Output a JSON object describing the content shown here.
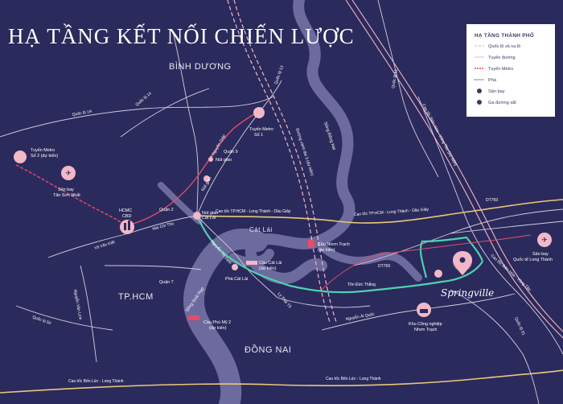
{
  "title": "HẠ TẦNG KẾT NỐI CHIẾN LƯỢC",
  "regions": {
    "binh_duong": "BÌNH DƯƠNG",
    "tphcm": "TP.HCM",
    "dong_nai": "ĐỒNG NAI",
    "cat_lai": "Cát Lái",
    "quan9": "Quận 9",
    "quan2": "Quận 2",
    "quan7": "Quận 7"
  },
  "rivers": {
    "dong_nai": "Sông Đồng Nai",
    "soai_rap": "Sông Soài Rạp"
  },
  "roads": {
    "ql1a": "Quốc lộ 1A",
    "ql13": "Quốc lộ 13",
    "ql14": "Quốc lộ 14",
    "vanh_dai3": "Đường vành đai 3 (dự kiến)",
    "cao_toc_tphcm_lt_dg_1": "Cao tốc TP.HCM - Long Thành - Dầu Giây",
    "cao_toc_tphcm_lt_dg_2": "Cao tốc TP.HCM - Long Thành - Dầu Giây",
    "cao_toc_bh_vt": "Cao tốc Biên Hòa - Vũng Tàu (dự kiến)",
    "cao_toc_bh_vt_2": "Cao tốc Biên Hòa - Vũng Tàu",
    "ql51": "Quốc lộ 51",
    "ql51b": "Quốc lộ 51",
    "dt769a": "DT769",
    "dt769b": "DT769",
    "ton_duc_thang": "Tôn Đức Thắng",
    "nguyen_ai_quoc": "Nguyễn Ái Quốc",
    "cao_toc_bl_lt_1": "Cao tốc Bến Lức - Long Thành",
    "cao_toc_bl_lt_2": "Cao tốc Bến Lức - Long Thành",
    "nguyen_thi_dinh": "Nguyễn Thị Định",
    "ly_thai_to": "Lý Thái Tổ",
    "mai_chi_tho": "Mai Chí Thọ",
    "vo_van_kiet": "Võ Văn Kiệt",
    "vo_nguyen_giap": "Võ Nguyên Giáp",
    "quoc_lo_50": "Quốc lộ 50",
    "nguyen_van_linh": "Nguyễn Văn Linh"
  },
  "pois": {
    "metro1": [
      "Tuyến Metro",
      "Số 1"
    ],
    "metro2": [
      "Tuyến Metro",
      "Số 2 (dự kiến)"
    ],
    "tsn": [
      "Sân bay",
      "Tân Sơn Nhất"
    ],
    "cbd": [
      "HCMC",
      "CBD"
    ],
    "nut_giao1": "Nút giao",
    "nut_giao2": [
      "Nút giao",
      "Cát Lái"
    ],
    "nut_giao3": "Nút giao",
    "cau_cat_lai": [
      "Cầu Cát Lái",
      "(dự kiến)"
    ],
    "pha_cat_lai": "Phà Cát Lái",
    "cau_nhon_trach": [
      "Cầu Nhơn Trạch",
      "(dự kiến)"
    ],
    "cau_phu_my2": [
      "Cầu Phú Mỹ 2",
      "(dự kiến)"
    ],
    "kcn": [
      "Khu Công nghiệp",
      "Nhơn Trạch"
    ],
    "long_thanh": [
      "Sân bay",
      "Quốc tế Long Thành"
    ]
  },
  "brand": "Springville",
  "legend": {
    "title": "HẠ TẦNG THÀNH PHỐ",
    "items": [
      "Quốc lộ và xa lộ",
      "Tuyến đường",
      "Tuyến Metro",
      "Phà",
      "Sân bay",
      "Ga đường sắt"
    ]
  },
  "colors": {
    "background": "#2b2a5c",
    "river": "#6d6a9e",
    "highway": "#e8c87a",
    "road": "#d6cbe0",
    "metro": "#e44d6a",
    "route": "#4fd1b0",
    "accent_pink": "#f2b8c8"
  }
}
